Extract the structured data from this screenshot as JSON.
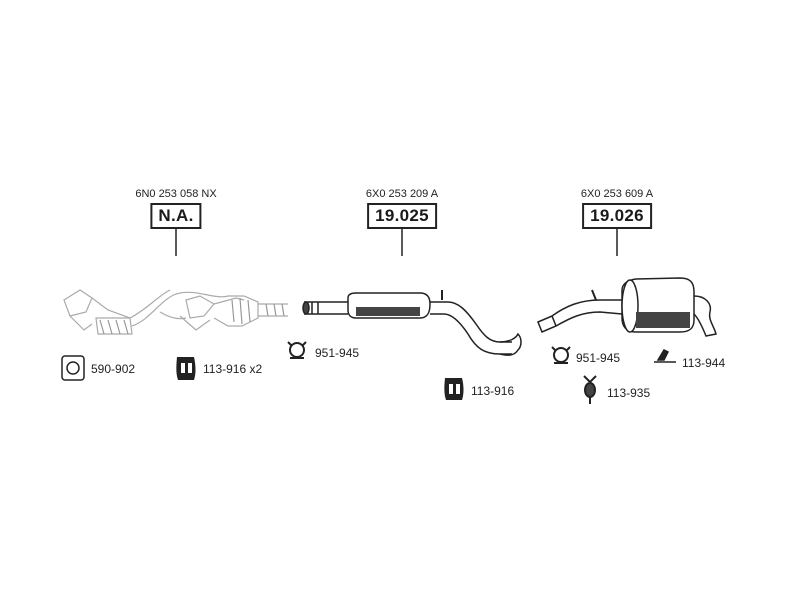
{
  "assemblies": [
    {
      "oe_number": "6N0 253 058 NX",
      "ref": "N.A.",
      "part": "front-pipe-catalytic-converter"
    },
    {
      "oe_number": "6X0 253 209 A",
      "ref": "19.025",
      "part": "middle-silencer"
    },
    {
      "oe_number": "6X0 253 609 A",
      "ref": "19.026",
      "part": "rear-silencer"
    }
  ],
  "fittings": [
    {
      "icon": "gasket-icon",
      "code": "590-902"
    },
    {
      "icon": "rubber-mount-icon",
      "code": "113-916 x2"
    },
    {
      "icon": "clamp-icon",
      "code": "951-945"
    },
    {
      "icon": "rubber-mount-icon",
      "code": "113-916"
    },
    {
      "icon": "clamp-icon",
      "code": "951-945"
    },
    {
      "icon": "hanger-icon",
      "code": "113-944"
    },
    {
      "icon": "rubber-hanger-icon",
      "code": "113-935"
    }
  ],
  "colors": {
    "line": "#222222",
    "shade": "#555555",
    "light": "#bbbbbb"
  }
}
